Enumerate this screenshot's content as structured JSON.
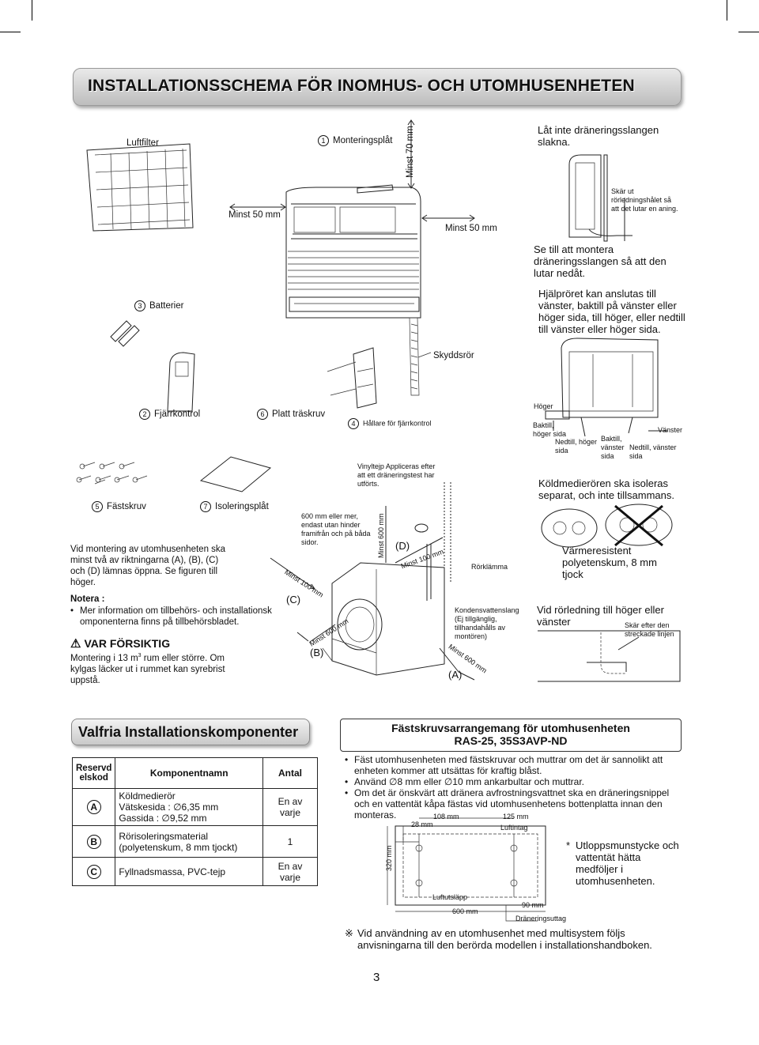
{
  "title": "INSTALLATIONSSCHEMA FÖR INOMHUS- OCH UTOMHUSENHETEN",
  "top_labels": {
    "luftfilter": "Luftfilter",
    "monteringsplat_num": "1",
    "monteringsplat": "Monteringsplåt",
    "minst70": "Minst 70 mm",
    "minst50_left": "Minst 50 mm",
    "minst50_right": "Minst 50 mm",
    "batterier_num": "3",
    "batterier": "Batterier",
    "skyddsror": "Skyddsrör",
    "fjarrkontroll_num": "2",
    "fjarrkontroll": "Fjärrkontrol",
    "platt_num": "6",
    "platt": "Platt träskruv",
    "hallare_num": "4",
    "hallare": "Hållare för fjärrkontrol",
    "fastskruv_num": "5",
    "fastskruv": "Fästskruv",
    "isolering_num": "7",
    "isolering": "Isoleringsplåt"
  },
  "right_notes": {
    "slakna": "Låt inte dräneringsslangen slakna.",
    "skar_ut": "Skär ut rörledningshålet så att det lutar en aning.",
    "lutar_nedat": "Se till att montera dräneringsslangen så att den lutar nedåt.",
    "hjalprort": "Hjälpröret kan anslutas till vänster, baktill på vänster eller höger sida, till höger, eller nedtill till vänster eller höger sida.",
    "hoger": "Höger",
    "baktill_hoger": "Baktill, höger sida",
    "nedtill_hoger": "Nedtill, höger sida",
    "baktill_vanster": "Baktill, vänster sida",
    "nedtill_vanster": "Nedtill, vänster sida",
    "vanster": "Vänster",
    "koldmedie": "Köldmedierören ska isoleras separat, och inte tillsammans.",
    "varmeresistent": "Värmeresistent polyetenskum, 8 mm tjock",
    "vid_rorledning": "Vid rörledning till höger eller vänster",
    "skar_efter": "Skär efter den streckade linjen"
  },
  "outdoor": {
    "vinyltejp": "Vinyltejp Appliceras efter att ett dräneringstest har utförts.",
    "mm600_text": "600 mm eller mer, endast utan hinder framifrån och på båda sidor.",
    "minst600_a": "Minst 600 mm",
    "D": "(D)",
    "minst100_d": "Minst 100 mm",
    "rorklamma": "Rörklämma",
    "minst100_c": "Minst 100 mm",
    "C": "(C)",
    "minst600_b": "Minst 600 mm",
    "B": "(B)",
    "kondens": "Kondensvattenslang (Ej tillgänglig, tillhandahålls av montören)",
    "minst600_c": "Minst 600 mm",
    "A": "(A)"
  },
  "left_text": {
    "vid_montering": "Vid montering av utomhusenheten ska minst två av riktningarna (A), (B), (C) och (D) lämnas öppna. Se figuren till höger.",
    "notera": "Notera :",
    "notera_bullet": "Mer information om tillbehörs- och installationsk omponenterna finns på tillbehörsbladet.",
    "var_forsiktig": "VAR FÖRSIKTIG",
    "forsiktig_text1": "Montering i 13 m",
    "forsiktig_sup": "3",
    "forsiktig_text2": " rum eller större. Om kylgas läcker ut i rummet kan syrebrist uppstå."
  },
  "components": {
    "heading": "Valfria Installationskomponenter",
    "col_code": "Reservd elskod",
    "col_name": "Komponentnamn",
    "col_qty": "Antal",
    "rows": [
      {
        "code": "A",
        "name_l1": "Köldmedierör",
        "name_l2": "Vätskesida  : ∅6,35 mm",
        "name_l3": "Gassida      : ∅9,52 mm",
        "qty": "En av varje"
      },
      {
        "code": "B",
        "name_l1": "Rörisoleringsmaterial",
        "name_l2": "(polyetenskum, 8 mm tjockt)",
        "name_l3": "",
        "qty": "1"
      },
      {
        "code": "C",
        "name_l1": "Fyllnadsmassa, PVC-tejp",
        "name_l2": "",
        "name_l3": "",
        "qty": "En av varje"
      }
    ]
  },
  "fastening": {
    "heading1": "Fästskruvsarrangemang för utomhusenheten",
    "heading2": "RAS-25, 35S3AVP-ND",
    "bullets": [
      "Fäst utomhusenheten med fästskruvar och muttrar om det är sannolikt att enheten kommer att utsättas för kraftig blåst.",
      "Använd ∅8 mm eller ∅10 mm ankarbultar och muttrar.",
      "Om det är önskvärt att dränera avfrostningsvattnet ska en dräneringsnippel och en vattentät kåpa fästas vid utomhusenhetens bottenplatta innan den monteras."
    ],
    "d108": "108 mm",
    "d125": "125 mm",
    "d28": "28 mm",
    "luftintag": "Luftintag",
    "d320": "320 mm",
    "luftutslapp": "Luftutsläpp",
    "d600": "600 mm",
    "dranering": "Dräneringsuttag",
    "d90": "90 mm",
    "star": "*",
    "utlopp": "Utloppsmunstycke och vattentät hätta medföljer i utomhusenheten."
  },
  "footnote": "Vid användning av en utomhusenhet med multisystem följs anvisningarna till den berörda modellen i installationshandboken.",
  "footnote_mark": "※",
  "page_number": "3"
}
